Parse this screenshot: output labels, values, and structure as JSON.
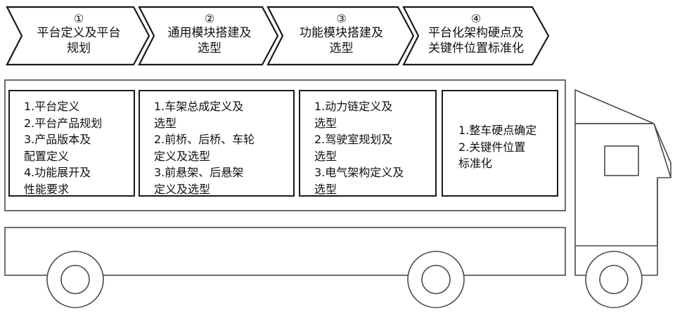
{
  "stages": [
    {
      "num": "①",
      "title": "平台定义及平台\n规划"
    },
    {
      "num": "②",
      "title": "通用模块搭建及\n选型"
    },
    {
      "num": "③",
      "title": "功能模块搭建及\n选型"
    },
    {
      "num": "④",
      "title": "平台化架构硬点及\n关键件位置标准化"
    }
  ],
  "boxes": [
    {
      "items": [
        "1.平台定义",
        "2.平台产品规划",
        "3.产品版本及\n  配置定义",
        "4.功能展开及\n  性能要求"
      ]
    },
    {
      "items": [
        "1.车架总成定义及\n  选型",
        "2.前桥、后桥、车轮\n  定义及选型",
        "3.前悬架、后悬架\n  定义及选型"
      ]
    },
    {
      "items": [
        "1.动力链定义及\n  选型",
        "2.驾驶室规划及\n  选型",
        "3.电气架构定义及\n  选型"
      ]
    },
    {
      "items": [
        "1.整车硬点确定",
        "2.关键件位置\n  标准化"
      ]
    }
  ]
}
